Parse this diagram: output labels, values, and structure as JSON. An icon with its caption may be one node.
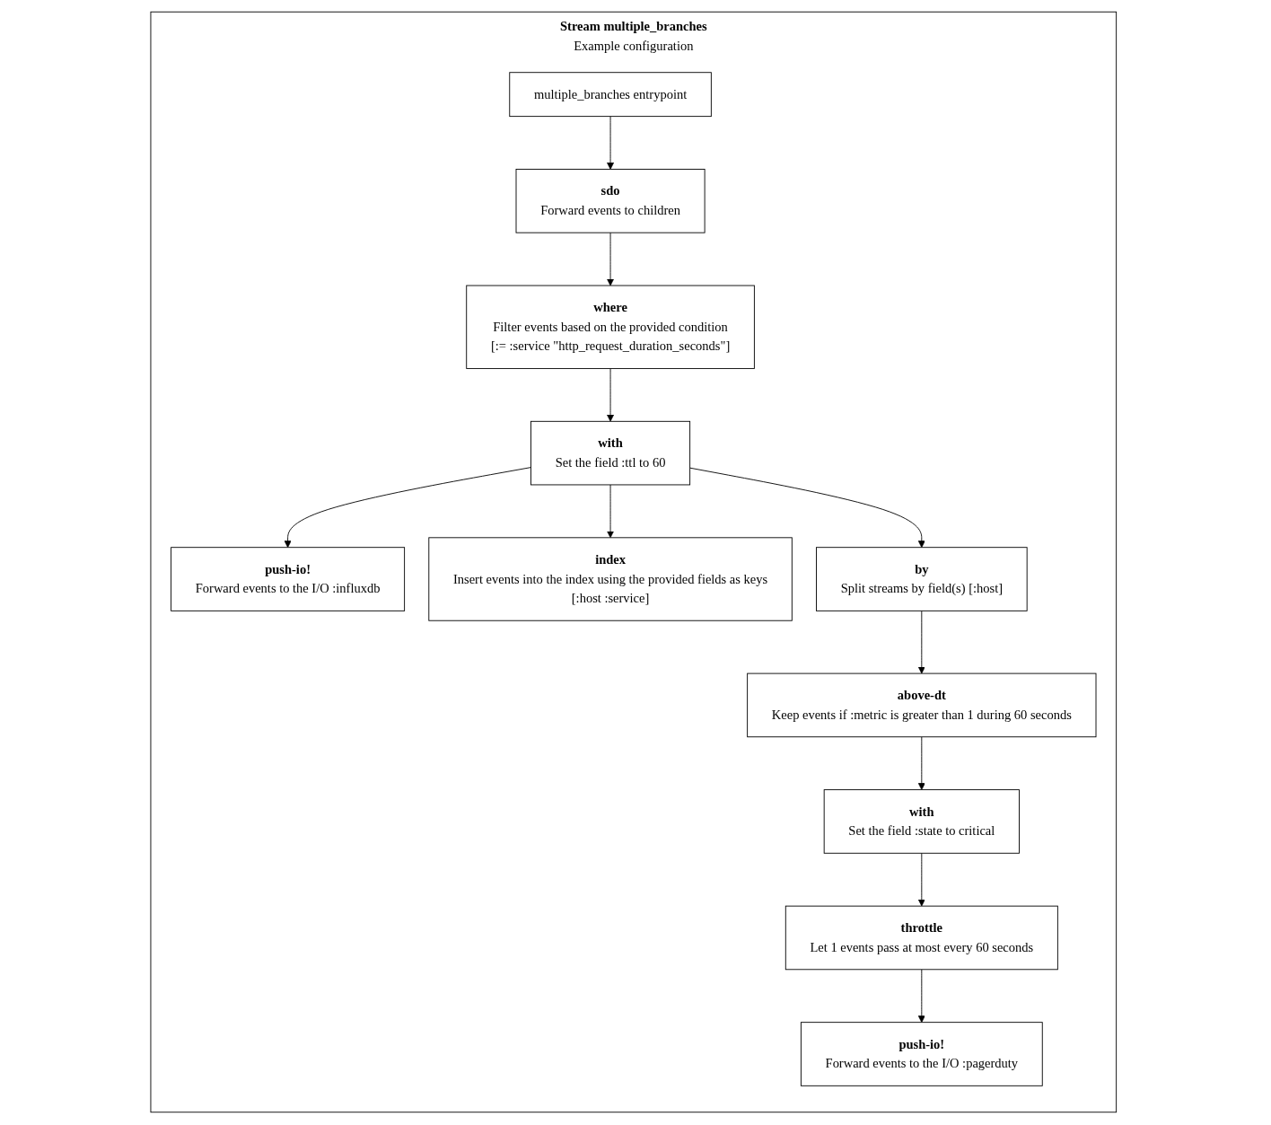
{
  "diagram": {
    "nodes": [
      {
        "text": [
          "Stream multiple_branches",
          "Example configuration"
        ]
      },
      {
        "text": [
          "multiple_branches entrypoint"
        ],
        "in": 0
      },
      {
        "text": [
          "sdo",
          "Forward events to children"
        ],
        "in": 0
      },
      {
        "text": [
          "where",
          "Filter events based on the provided condition",
          "[:= :service \"http_request_duration_seconds\"]"
        ],
        "in": 0
      },
      {
        "text": [
          "with",
          "Set the field :ttl to 60"
        ],
        "in": 0
      },
      {
        "text": [
          "push-io!",
          "Forward events to the I/O :influxdb"
        ],
        "in": 0
      },
      {
        "text": [
          "index",
          "Insert events into the index using the provided fields as keys",
          "[:host :service]"
        ],
        "in": 0
      },
      {
        "text": [
          "by",
          "Split streams by field(s) [:host]"
        ],
        "in": 0
      },
      {
        "text": [
          "above-dt",
          "Keep events if :metric is greater than 1 during 60 seconds"
        ],
        "in": 0
      },
      {
        "text": [
          "with",
          "Set the field :state to critical"
        ],
        "in": 0
      },
      {
        "text": [
          "throttle",
          "Let 1 events pass at most every 60 seconds"
        ],
        "in": 0
      },
      {
        "text": [
          "push-io!",
          "Forward events to the I/O :pagerduty"
        ],
        "in": 0
      }
    ],
    "edges": [
      {
        "from": 1,
        "to": 2,
        "arrow": "to"
      },
      {
        "from": 2,
        "to": 3,
        "arrow": "to"
      },
      {
        "from": 3,
        "to": 4,
        "arrow": "to"
      },
      {
        "from": 4,
        "to": 5,
        "arrow": "to"
      },
      {
        "from": 4,
        "to": 6,
        "arrow": "to"
      },
      {
        "from": 4,
        "to": 7,
        "arrow": "to"
      },
      {
        "from": 7,
        "to": 8,
        "arrow": "to"
      },
      {
        "from": 8,
        "to": 9,
        "arrow": "to"
      },
      {
        "from": 9,
        "to": 10,
        "arrow": "to"
      },
      {
        "from": 10,
        "to": 11,
        "arrow": "to"
      }
    ]
  }
}
